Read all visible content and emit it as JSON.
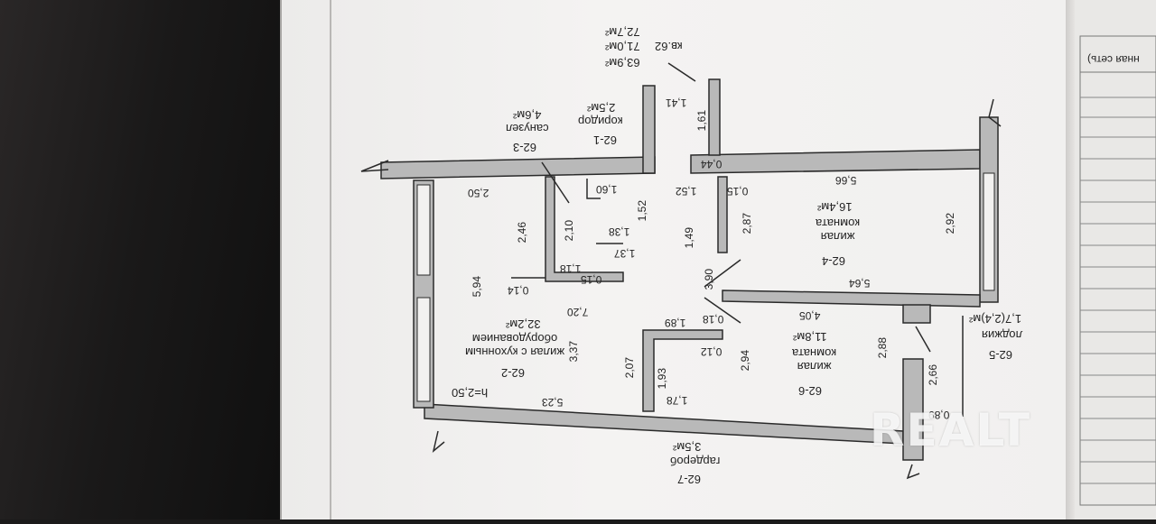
{
  "apartment": {
    "label": "кв.62",
    "area_1": "63,9м²",
    "area_2": "71,0м²",
    "area_3": "72,7м²"
  },
  "rooms": {
    "corridor": {
      "id": "62-1",
      "name": "коридор",
      "area": "2,5м²"
    },
    "living_kitchen": {
      "id": "62-2",
      "name": "жилая с кухонным\nоборудованием",
      "area": "32,2м²",
      "height": "h=2,50"
    },
    "bathroom": {
      "id": "62-3",
      "name": "санузел",
      "area": "4,6м²"
    },
    "room_4": {
      "id": "62-4",
      "name": "жилая\nкомната",
      "area": "16,4м²"
    },
    "loggia": {
      "id": "62-5",
      "name": "лоджия",
      "area": "1,7(2,4)м²"
    },
    "room_6": {
      "id": "62-6",
      "name": "жилая\nкомната",
      "area": "11,8м²"
    },
    "wardrobe": {
      "id": "62-7",
      "name": "гардероб",
      "area": "3,5м²"
    }
  },
  "dimensions": {
    "d_141": "1,41",
    "d_161": "1,61",
    "d_044": "0,44",
    "d_566": "5,66",
    "d_292": "2,92",
    "d_287": "2,87",
    "d_015a": "0,15",
    "d_152a": "1,52",
    "d_149": "1,49",
    "d_160": "1,60",
    "d_152b": "1,52",
    "d_138": "1,38",
    "d_137": "1,37",
    "d_118": "1,18",
    "d_015b": "0,15",
    "d_250": "2,50",
    "d_246": "2,46",
    "d_210": "2,10",
    "d_014": "0,14",
    "d_594": "5,94",
    "d_720": "7,20",
    "d_390": "3,90",
    "d_564": "5,64",
    "d_405": "4,05",
    "d_018": "0,18",
    "d_189": "1,89",
    "d_012": "0,12",
    "d_294": "2,94",
    "d_337": "3,37",
    "d_207": "2,07",
    "d_193": "1,93",
    "d_178": "1,78",
    "d_523": "5,23",
    "d_288": "2,88",
    "d_266": "2,66",
    "d_089": "0,89"
  },
  "side_sheet": {
    "header": "нная сеть)"
  },
  "watermark": "REALT",
  "colors": {
    "wall": "#b9b9b9",
    "wall_stroke": "#2a2a2a",
    "paper": "#f2f1f0",
    "ink": "#232323"
  }
}
